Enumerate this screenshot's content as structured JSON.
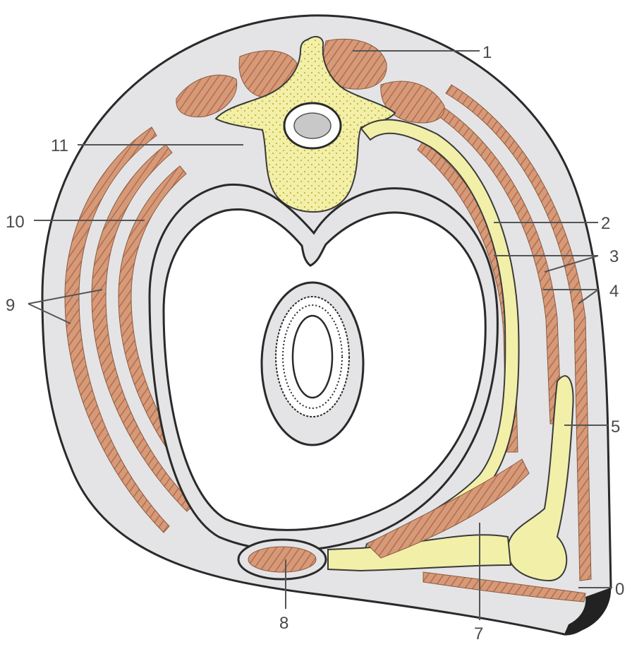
{
  "labels": {
    "l1": "1",
    "l2": "2",
    "l3": "3",
    "l4": "4",
    "l5": "5",
    "l6": "0",
    "l7": "7",
    "l8": "8",
    "l9": "9",
    "l10": "10",
    "l11": "11"
  },
  "colors": {
    "background": "#ffffff",
    "fascia": "#e4e4e6",
    "muscle": "#d59a78",
    "muscle_stripe": "#b86a4e",
    "bone": "#f2f0a8",
    "bone_dots": "#c9b23a",
    "outline": "#2a2a2a",
    "label": "#4a4a4a"
  }
}
